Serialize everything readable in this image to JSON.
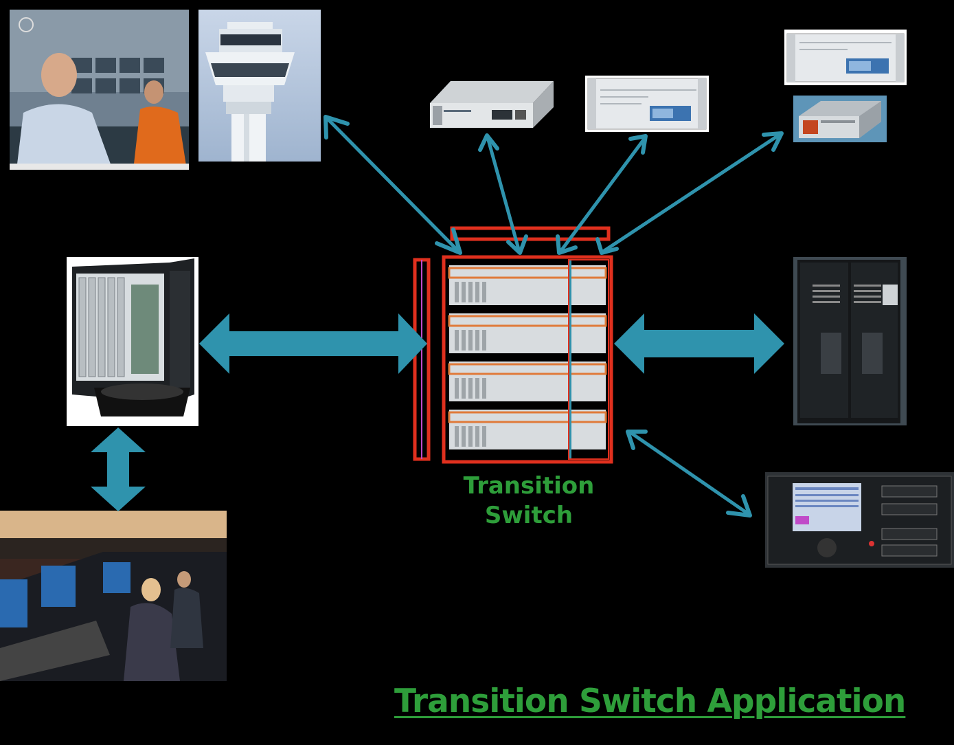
{
  "switch_label": {
    "line1": "Transition",
    "line2": "Switch"
  },
  "footer_title": "Transition Switch Application",
  "colors": {
    "background": "#000000",
    "arrow": "#2f93ad",
    "label_green": "#2e9e3a",
    "switch_frame_red": "#e0301e"
  },
  "images": [
    {
      "name": "controllers-photo",
      "depicts": "air traffic controllers wearing headsets"
    },
    {
      "name": "control-tower-photo",
      "depicts": "airport control tower"
    },
    {
      "name": "radio-unit-1",
      "depicts": "1U rack-mount radio unit"
    },
    {
      "name": "radio-unit-2",
      "depicts": "2U rack-mount radio unit with display"
    },
    {
      "name": "radio-unit-3",
      "depicts": "rack-mount radio unit"
    },
    {
      "name": "radio-module",
      "depicts": "radio module card"
    },
    {
      "name": "voice-switch-chassis",
      "depicts": "open card chassis voice switch"
    },
    {
      "name": "equipment-rack",
      "depicts": "tall black equipment rack"
    },
    {
      "name": "voice-recorder",
      "depicts": "digital voice logging recording system"
    },
    {
      "name": "atc-room-photo",
      "depicts": "air traffic control operations room"
    }
  ]
}
